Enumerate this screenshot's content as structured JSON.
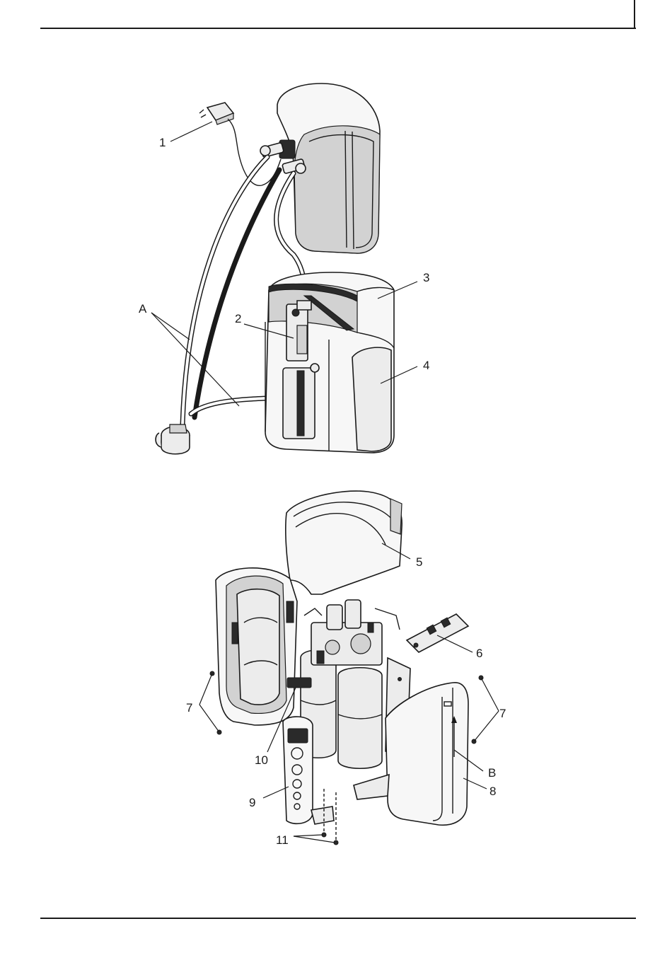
{
  "figure": {
    "upper_callouts": [
      "1",
      "2",
      "3",
      "4",
      "A"
    ],
    "lower_callouts": [
      "5",
      "6",
      "7",
      "7",
      "8",
      "B",
      "9",
      "10",
      "11"
    ]
  }
}
